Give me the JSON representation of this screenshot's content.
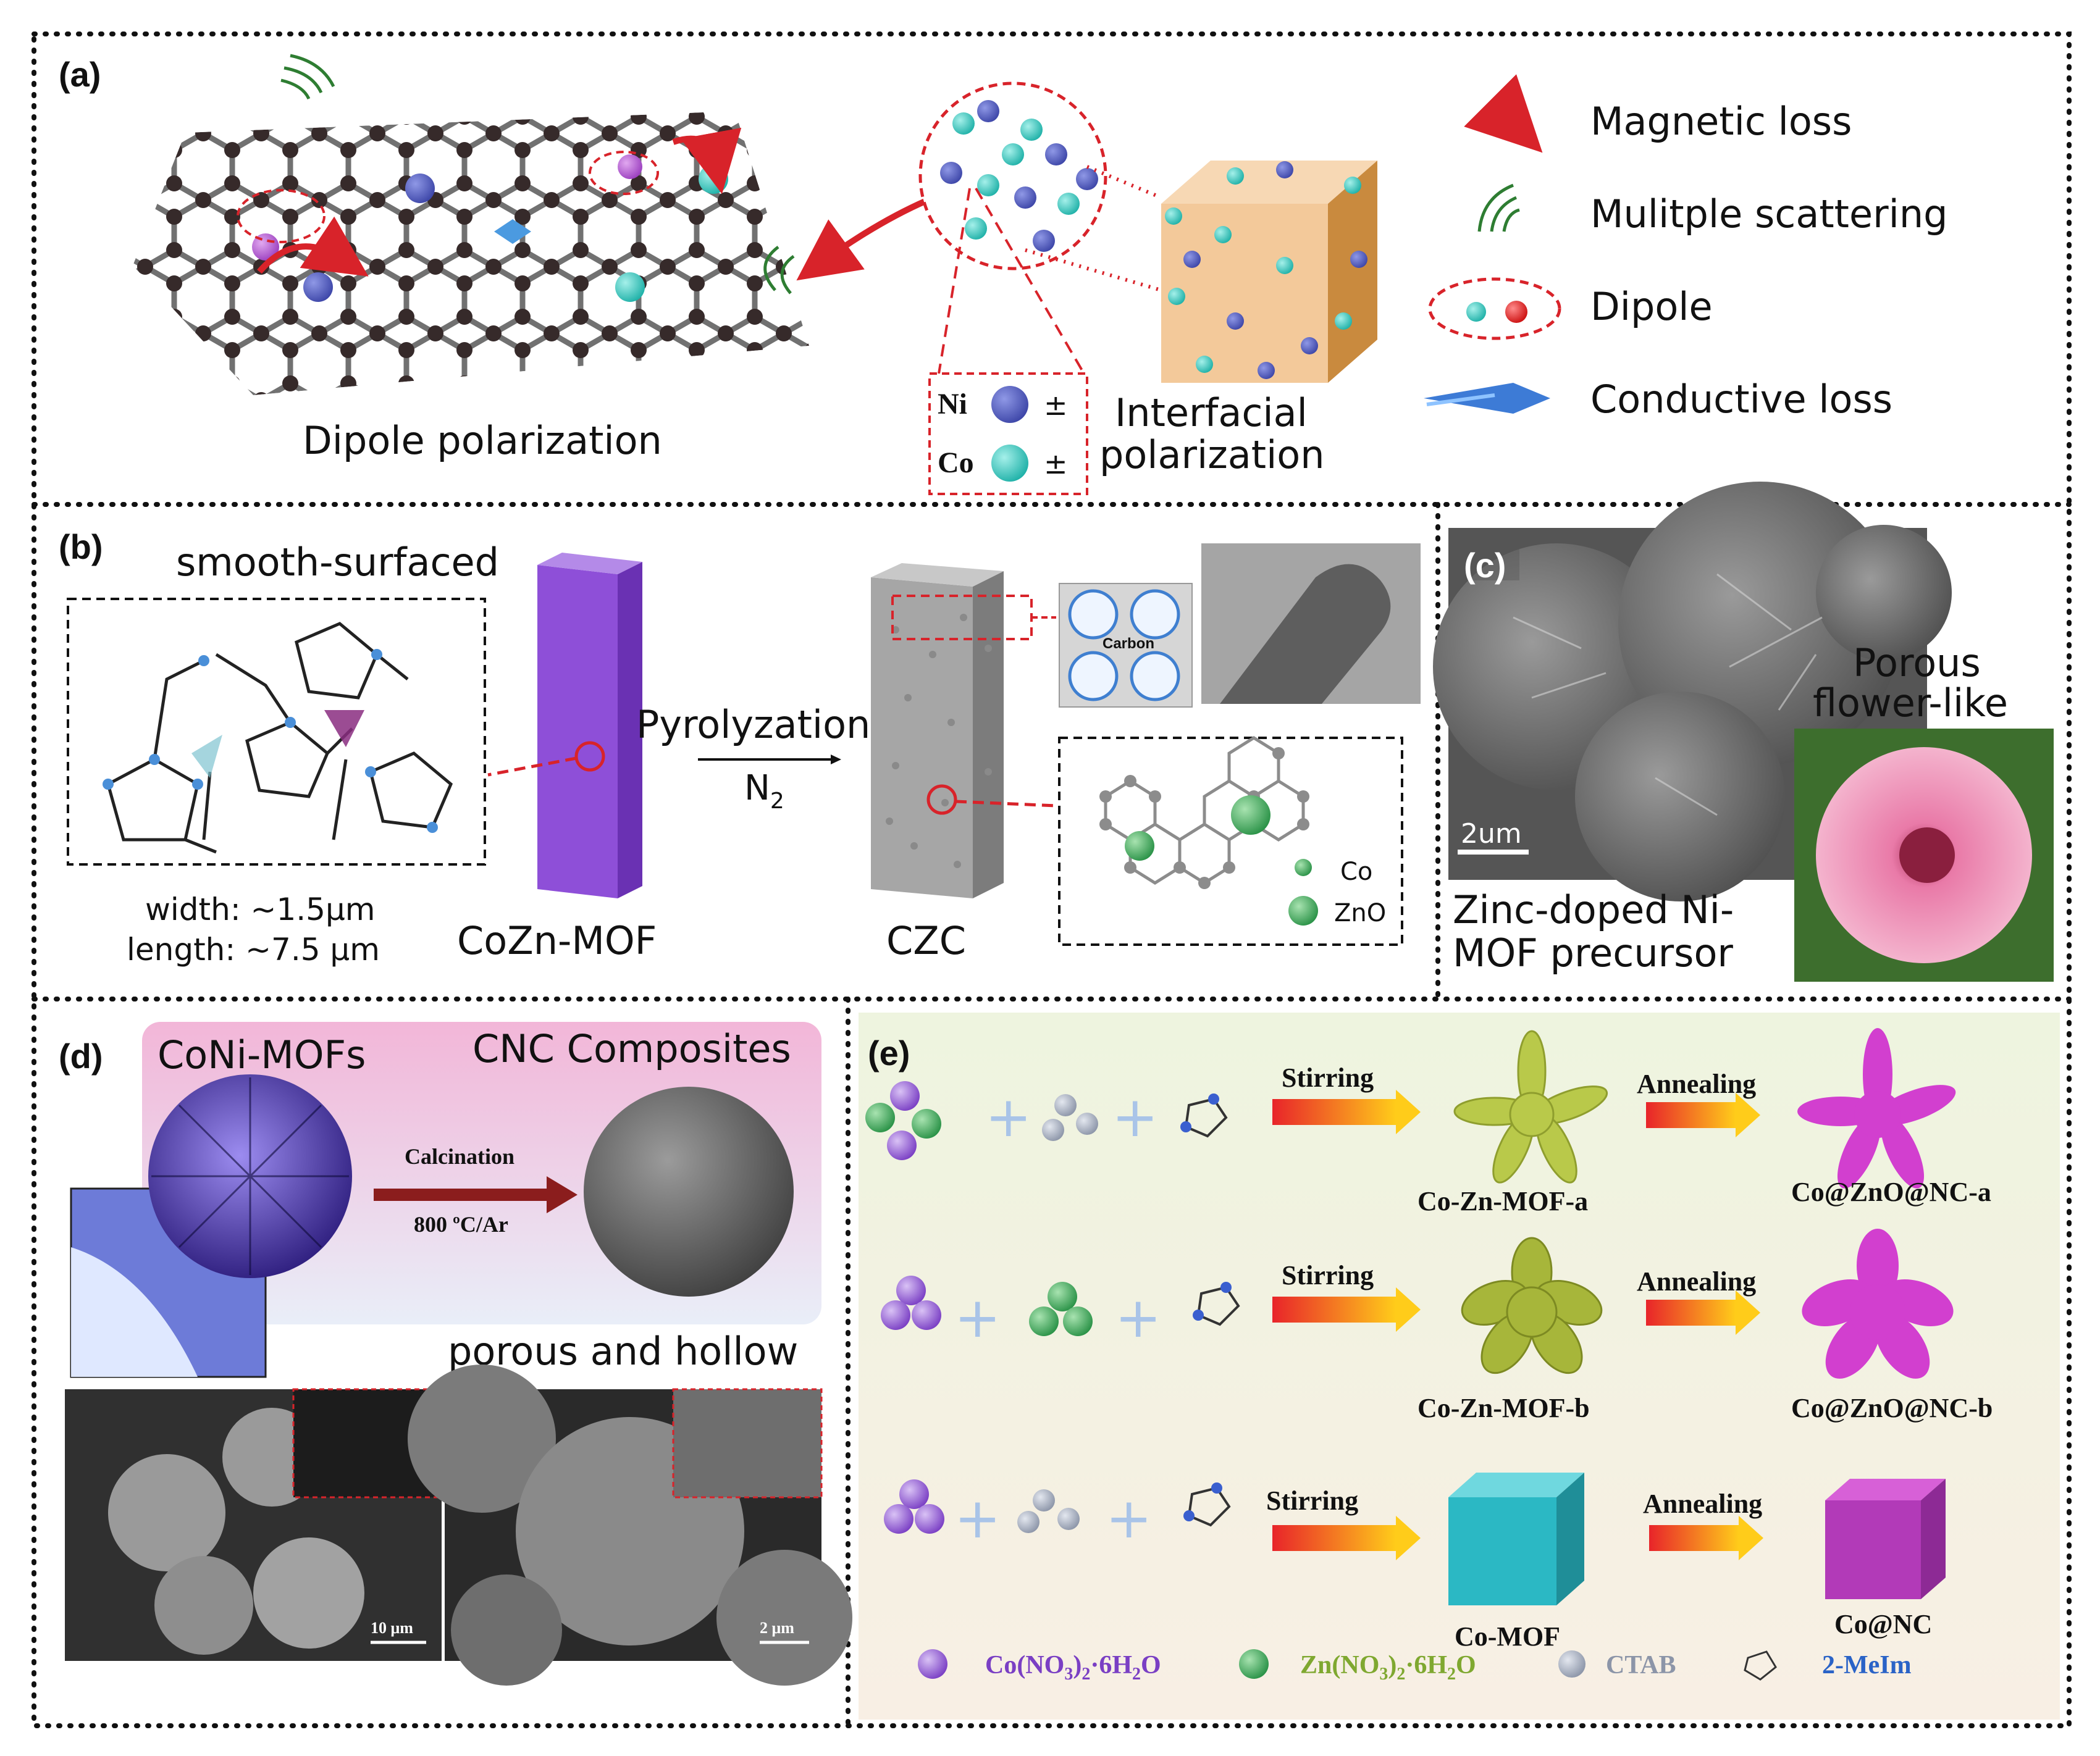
{
  "panel_a": {
    "label": "(a)",
    "dipole_caption": "Dipole polarization",
    "interfacial_caption_1": "Interfacial",
    "interfacial_caption_2": "polarization",
    "ni_label": "Ni",
    "co_label": "Co",
    "legend": {
      "magnetic_loss": "Magnetic loss",
      "multiple_scattering": "Mulitple scattering",
      "dipole": "Dipole",
      "conductive_loss": "Conductive loss"
    }
  },
  "panel_b": {
    "label": "(b)",
    "smooth_surfaced": "smooth-surfaced",
    "width": "width: ~1.5μm",
    "length": "length: ~7.5 μm",
    "cozn_mof": "CoZn-MOF",
    "pyrolyzation": "Pyrolyzation",
    "n2": "N",
    "n2_sub": "2",
    "czc": "CZC",
    "carbon": "Carbon",
    "co": "Co",
    "zno": "ZnO"
  },
  "panel_c": {
    "label": "(c)",
    "scale": "2um",
    "porous_1": "Porous",
    "porous_2": "flower-like",
    "caption_1": "Zinc-doped Ni-",
    "caption_2": "MOF precursor"
  },
  "panel_d": {
    "label": "(d)",
    "coni_mofs": "CoNi-MOFs",
    "cnc_composites": "CNC Composites",
    "calcination": "Calcination",
    "temperature": "800 ºC/Ar",
    "porous_hollow": "porous and hollow",
    "scale_1": "10 μm",
    "scale_2": "2 μm"
  },
  "panel_e": {
    "label": "(e)",
    "stirring": "Stirring",
    "annealing": "Annealing",
    "row1_mof": "Co-Zn-MOF-a",
    "row1_product": "Co@ZnO@NC-a",
    "row2_mof": "Co-Zn-MOF-b",
    "row2_product": "Co@ZnO@NC-b",
    "row3_mof": "Co-MOF",
    "row3_product": "Co@NC",
    "legend": {
      "co_nitrate": "Co(NO3)2·6H2O",
      "zn_nitrate": "Zn(NO3)2·6H2O",
      "ctab": "CTAB",
      "mim": "2-MeIm"
    }
  },
  "colors": {
    "co_purple": "#8a4fd0",
    "zn_green": "#3aa45a",
    "ctab_grey": "#9aa3b4",
    "mof_purple": "#8f4fd6",
    "arrow_red": "#d8232a",
    "flower_pink": "#d23fcf",
    "mof_olive": "#b9c94a",
    "cube_teal": "#2bb8c4"
  }
}
